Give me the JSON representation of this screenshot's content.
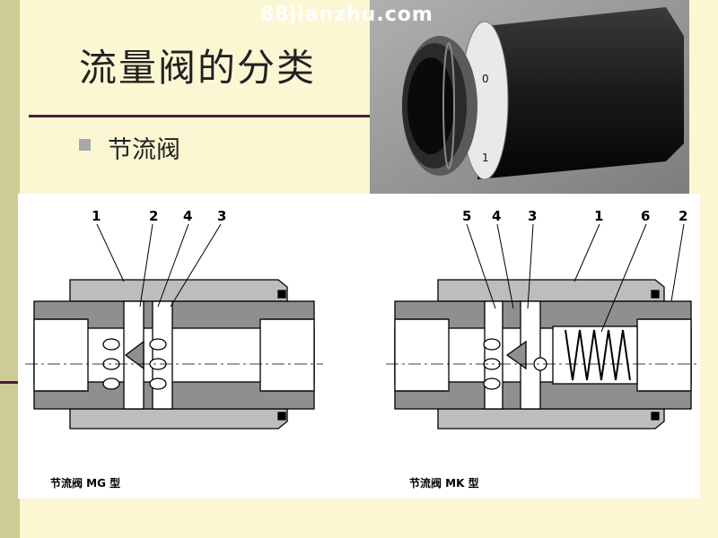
{
  "title": "流量阀的分类",
  "bullet": "节流阀",
  "watermark": "88jianzhu.com",
  "photo": {
    "dial_mark_0": "0",
    "dial_mark_1": "1"
  },
  "diagram_mg": {
    "caption": "节流阀 MG 型",
    "labels": [
      "1",
      "2",
      "4",
      "3"
    ]
  },
  "diagram_mk": {
    "caption": "节流阀 MK 型",
    "labels": [
      "5",
      "4",
      "3",
      "1",
      "6",
      "2"
    ]
  }
}
